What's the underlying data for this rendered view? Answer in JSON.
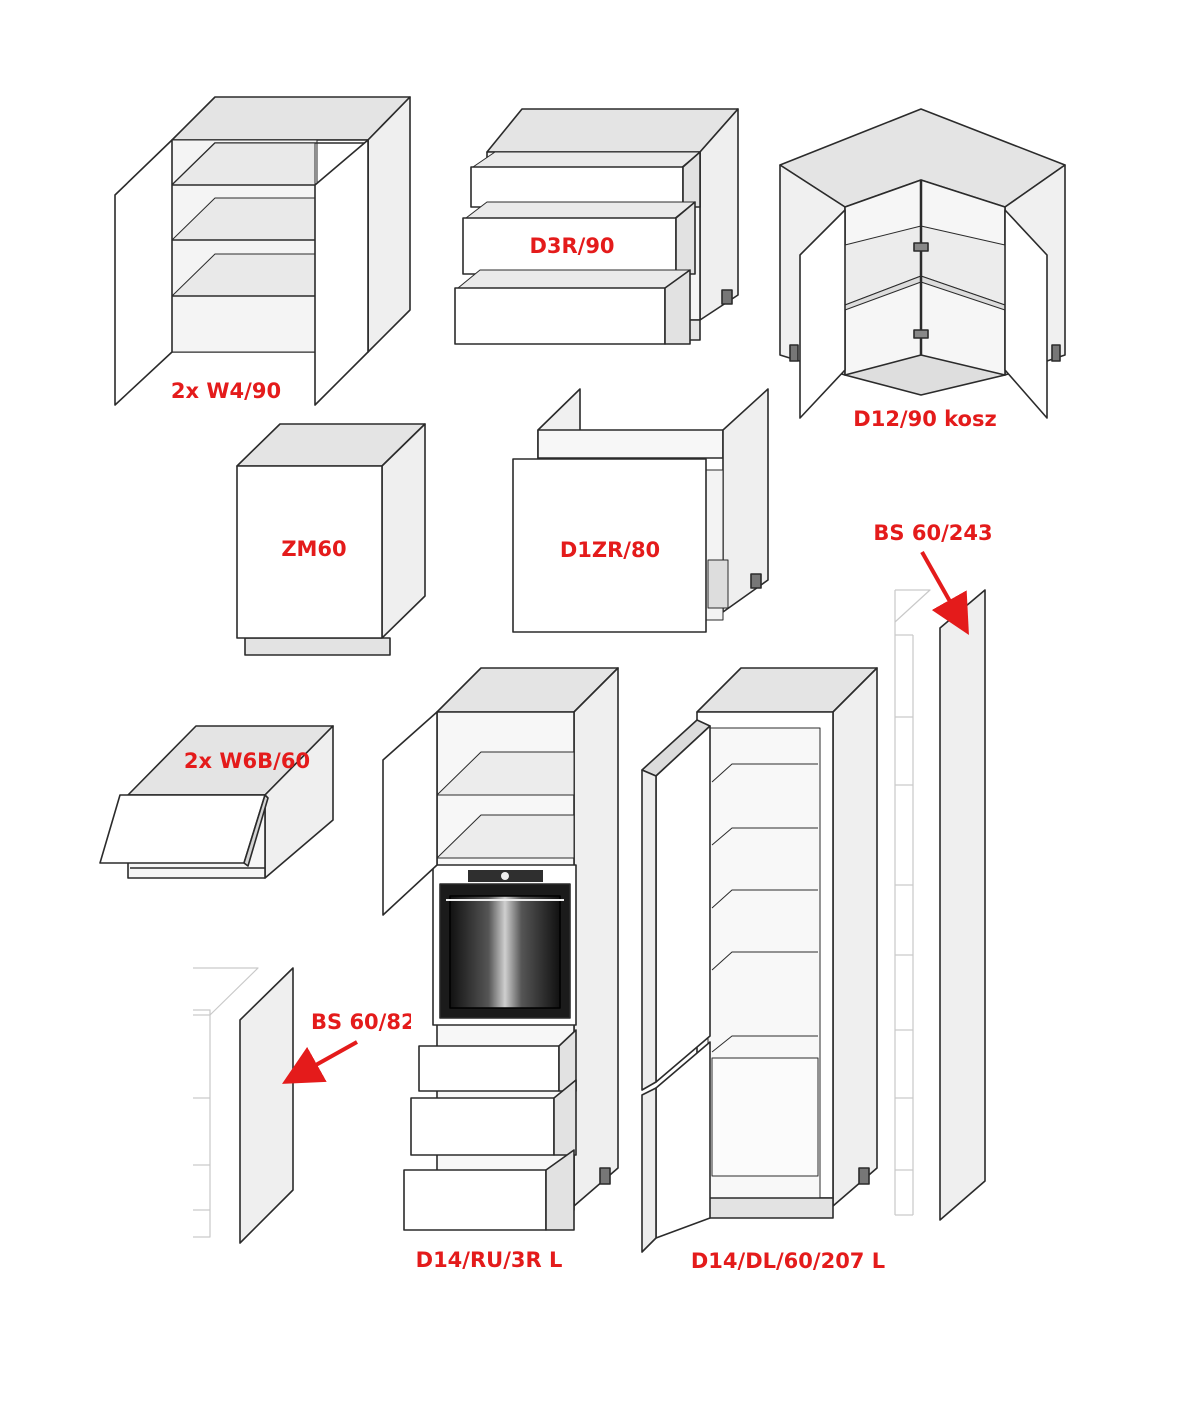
{
  "colors": {
    "label": "#e41b1b",
    "outline": "#2b2b2b",
    "face": "#ffffff",
    "side": "#efefef",
    "top": "#e4e4e4",
    "shade": "#d4d4d4",
    "ghost": "#c9c9c9"
  },
  "labels": {
    "w4": "2x W4/90",
    "d3r": "D3R/90",
    "d12": "D12/90 kosz",
    "zm60": "ZM60",
    "d1zr": "D1ZR/80",
    "bs243": "BS 60/243",
    "w6b": "2x W6B/60",
    "bs82": "BS 60/82",
    "d14ru": "D14/RU/3R L",
    "d14dl": "D14/DL/60/207 L"
  }
}
